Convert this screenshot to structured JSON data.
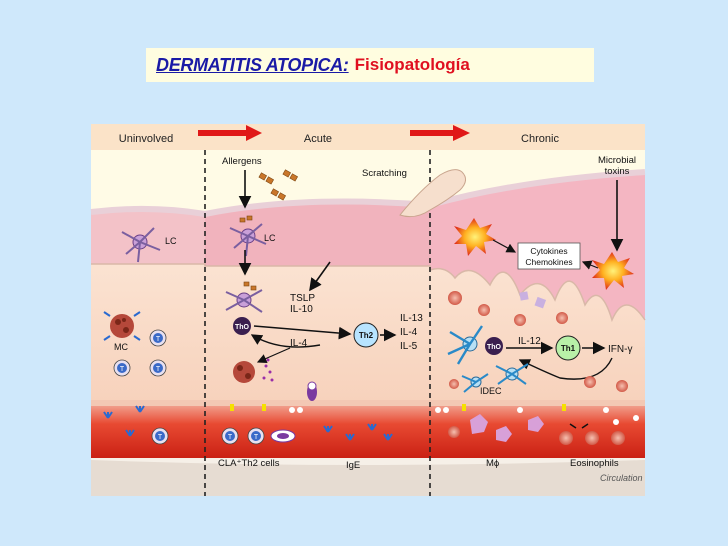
{
  "title": {
    "main": "DERMATITIS ATOPICA:",
    "sub": "Fisiopatología"
  },
  "stages": [
    "Uninvolved",
    "Acute",
    "Chronic"
  ],
  "labels": {
    "allergens": "Allergens",
    "scratching": "Scratching",
    "microbial_line1": "Microbial",
    "microbial_line2": "toxins",
    "lc": "LC",
    "mc": "MC",
    "tslp": "TSLP",
    "il10": "IL-10",
    "il4": "IL-4",
    "il13_out": "IL-13",
    "il4_out": "IL-4",
    "il5_out": "IL-5",
    "th0": "ThO",
    "th2": "Th2",
    "th1": "Th1",
    "t": "T",
    "cytokines": "Cytokines",
    "chemokines": "Chemokines",
    "il12": "IL-12",
    "ifn": "IFN-γ",
    "idec": "IDEC",
    "cla": "CLA⁺Th2 cells",
    "ige": "IgE",
    "macrophage": "Mϕ",
    "eosinophils": "Eosinophils",
    "circulation": "Circulation"
  },
  "colors": {
    "background": "#cfe8fb",
    "title_blue": "#1a1aa6",
    "title_red": "#e01020",
    "arrow_red": "#e01818"
  }
}
